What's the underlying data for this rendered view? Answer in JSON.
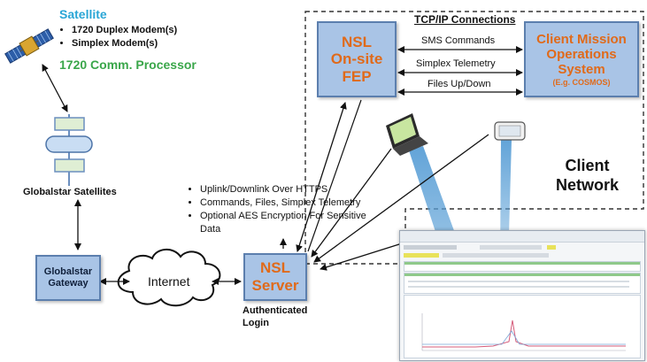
{
  "satellite": {
    "title": "Satellite",
    "bullets": [
      "1720 Duplex Modem(s)",
      "Simplex Modem(s)"
    ],
    "processor": "1720 Comm. Processor"
  },
  "globalstar_satellites": {
    "label": "Globalstar Satellites"
  },
  "gateway": {
    "lines": [
      "Globalstar",
      "Gateway"
    ]
  },
  "cloud": {
    "label": "Internet"
  },
  "nsl_server": {
    "lines": [
      "NSL",
      "Server"
    ],
    "caption_lines": [
      "Authenticated",
      "Login"
    ]
  },
  "features": {
    "bullets": [
      "Uplink/Downlink Over HTTPS",
      "Commands, Files, Simplex Telemetry",
      "Optional AES Encryption For Sensitive",
      "Data"
    ]
  },
  "fep": {
    "lines": [
      "NSL",
      "On-site",
      "FEP"
    ]
  },
  "client_mos": {
    "lines": [
      "Client Mission",
      "Operations",
      "System"
    ],
    "note": "(E.g. COSMOS)"
  },
  "connections": {
    "title": "TCP/IP Connections",
    "items": [
      "SMS Commands",
      "Simplex Telemetry",
      "Files Up/Down"
    ]
  },
  "client_network": {
    "lines": [
      "Client",
      "Network"
    ]
  },
  "colors": {
    "box_fill": "#a9c4e6",
    "box_border": "#5c7fae",
    "orange_text": "#e06a1a",
    "satellite_title": "#2aa6d6",
    "processor_text": "#3aa64a",
    "beam": "#5a9fd6"
  },
  "icons": [
    "satellite-icon",
    "globalstar-satellite-stack-icon",
    "laptop-icon",
    "handheld-device-icon",
    "internet-cloud-icon",
    "dashboard-screenshot"
  ]
}
